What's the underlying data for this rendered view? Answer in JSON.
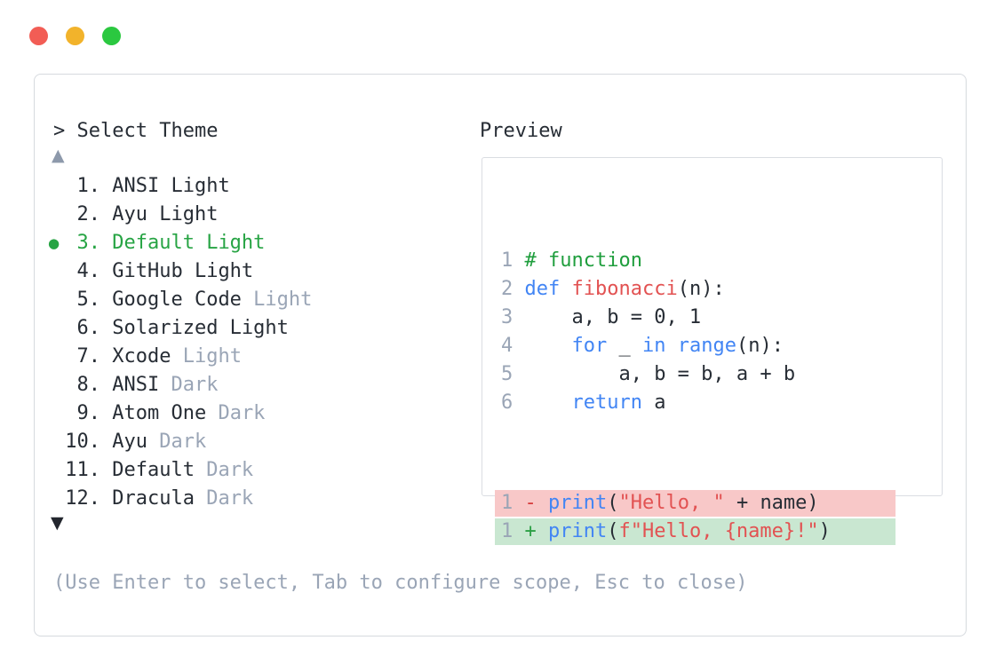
{
  "window": {
    "controls": [
      {
        "name": "close",
        "color": "#f25d55"
      },
      {
        "name": "minimize",
        "color": "#f2b32b"
      },
      {
        "name": "zoom",
        "color": "#2bc840"
      }
    ]
  },
  "prompt": {
    "caret": ">",
    "title": "Select Theme"
  },
  "theme_list": {
    "up_indicator": "▲",
    "down_indicator": "▼",
    "selected_bullet": "●",
    "items": [
      {
        "number": 1,
        "name": "ANSI Light",
        "variant": "",
        "selected": false
      },
      {
        "number": 2,
        "name": "Ayu Light",
        "variant": "",
        "selected": false
      },
      {
        "number": 3,
        "name": "Default Light",
        "variant": "",
        "selected": true
      },
      {
        "number": 4,
        "name": "GitHub Light",
        "variant": "",
        "selected": false
      },
      {
        "number": 5,
        "name": "Google Code",
        "variant": "Light",
        "selected": false
      },
      {
        "number": 6,
        "name": "Solarized Light",
        "variant": "",
        "selected": false
      },
      {
        "number": 7,
        "name": "Xcode",
        "variant": "Light",
        "selected": false
      },
      {
        "number": 8,
        "name": "ANSI",
        "variant": "Dark",
        "selected": false
      },
      {
        "number": 9,
        "name": "Atom One",
        "variant": "Dark",
        "selected": false
      },
      {
        "number": 10,
        "name": "Ayu",
        "variant": "Dark",
        "selected": false
      },
      {
        "number": 11,
        "name": "Default",
        "variant": "Dark",
        "selected": false
      },
      {
        "number": 12,
        "name": "Dracula",
        "variant": "Dark",
        "selected": false
      }
    ]
  },
  "preview": {
    "label": "Preview",
    "code_lines": [
      {
        "number": "1",
        "tokens": [
          {
            "text": "# function",
            "type": "comment"
          }
        ]
      },
      {
        "number": "2",
        "tokens": [
          {
            "text": "def",
            "type": "keyword"
          },
          {
            "text": " ",
            "type": "plain"
          },
          {
            "text": "fibonacci",
            "type": "func"
          },
          {
            "text": "(n):",
            "type": "plain"
          }
        ]
      },
      {
        "number": "3",
        "tokens": [
          {
            "text": "    a, b = 0, 1",
            "type": "plain"
          }
        ]
      },
      {
        "number": "4",
        "tokens": [
          {
            "text": "    ",
            "type": "plain"
          },
          {
            "text": "for",
            "type": "keyword"
          },
          {
            "text": " _ ",
            "type": "plain"
          },
          {
            "text": "in",
            "type": "keyword"
          },
          {
            "text": " ",
            "type": "plain"
          },
          {
            "text": "range",
            "type": "keyword"
          },
          {
            "text": "(n):",
            "type": "plain"
          }
        ]
      },
      {
        "number": "5",
        "tokens": [
          {
            "text": "        a, b = b, a + b",
            "type": "plain"
          }
        ]
      },
      {
        "number": "6",
        "tokens": [
          {
            "text": "    ",
            "type": "plain"
          },
          {
            "text": "return",
            "type": "keyword"
          },
          {
            "text": " a",
            "type": "plain"
          }
        ]
      }
    ],
    "diff_lines": [
      {
        "number": "1",
        "sign": "-",
        "change": "removed",
        "tokens": [
          {
            "text": "print",
            "type": "keyword"
          },
          {
            "text": "(",
            "type": "plain"
          },
          {
            "text": "\"Hello, \"",
            "type": "string"
          },
          {
            "text": " + name)",
            "type": "plain"
          }
        ]
      },
      {
        "number": "1",
        "sign": "+",
        "change": "added",
        "tokens": [
          {
            "text": "print",
            "type": "keyword"
          },
          {
            "text": "(",
            "type": "plain"
          },
          {
            "text": "f\"Hello, {name}!\"",
            "type": "string"
          },
          {
            "text": ")",
            "type": "plain"
          }
        ]
      }
    ]
  },
  "footer": {
    "hint": "(Use Enter to select, Tab to configure scope, Esc to close)"
  },
  "colors": {
    "text": "#272d35",
    "muted": "#9aa5b6",
    "selected_green": "#27a444",
    "comment_green": "#1f9e3d",
    "keyword_blue": "#4285f4",
    "string_red": "#e25252",
    "diff_minus": "#d63c3c",
    "diff_plus": "#2b9f44",
    "diff_removed_bg": "#f8c8c8",
    "diff_added_bg": "#c9e7d1",
    "panel_border": "#d6dade",
    "preview_border": "#dadde2",
    "traffic_red": "#f25d55",
    "traffic_yellow": "#f2b32b",
    "traffic_green": "#2bc840",
    "arrow_up": "#8d99ab",
    "arrow_down": "#23262e"
  }
}
